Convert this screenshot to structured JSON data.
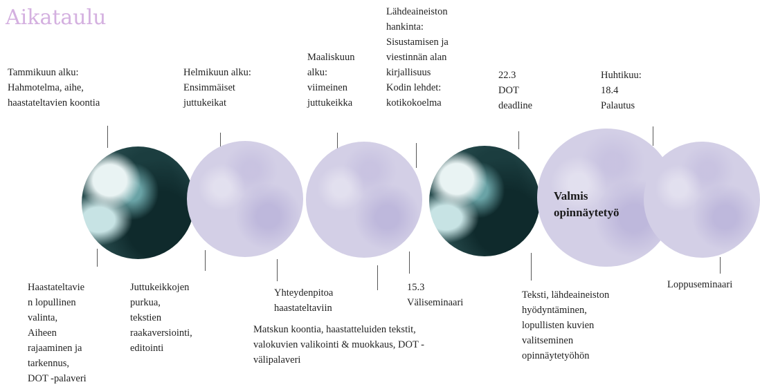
{
  "title": "Aikataulu",
  "colors": {
    "title": "#d4b0e0",
    "circle_light": "#d3cfe6",
    "circle_dark": "#1b3d3f"
  },
  "center_label": "Valmis\nopinnäytetyö",
  "top_labels": [
    "Tammikuun alku:\nHahmotelma, aihe,\nhaastateltavien koontia",
    "Helmikuun alku:\nEnsimmäiset\njuttukeikat",
    "Maaliskuun\nalku:\nviimeinen\njuttukeikka",
    "Lähdeaineiston\nhankinta:\nSisustamisen ja\nviestinnän alan\nkirjallisuus\nKodin lehdet:\nkotikokoelma",
    "22.3\nDOT\ndeadline",
    "Huhtikuu:\n18.4\nPalautus"
  ],
  "bottom_labels": [
    "Haastateltavie\nn lopullinen\nvalinta,\nAiheen\nrajaaminen ja\ntarkennus,\nDOT -palaveri",
    "Juttukeikkojen\npurkua,\ntekstien\nraakaversiointi,\neditointi",
    "Yhteydenpitoa\nhaastateltaviin",
    "Matskun koontia, haastatteluiden tekstit,\nvalokuvien valikointi & muokkaus, DOT -\nvälipalaveri",
    "15.3\nVäliseminaari",
    "Teksti, lähdeaineiston\nhyödyntäminen,\nlopullisten kuvien\nvalitseminen\nopinnäytetyöhön",
    "Loppuseminaari"
  ]
}
